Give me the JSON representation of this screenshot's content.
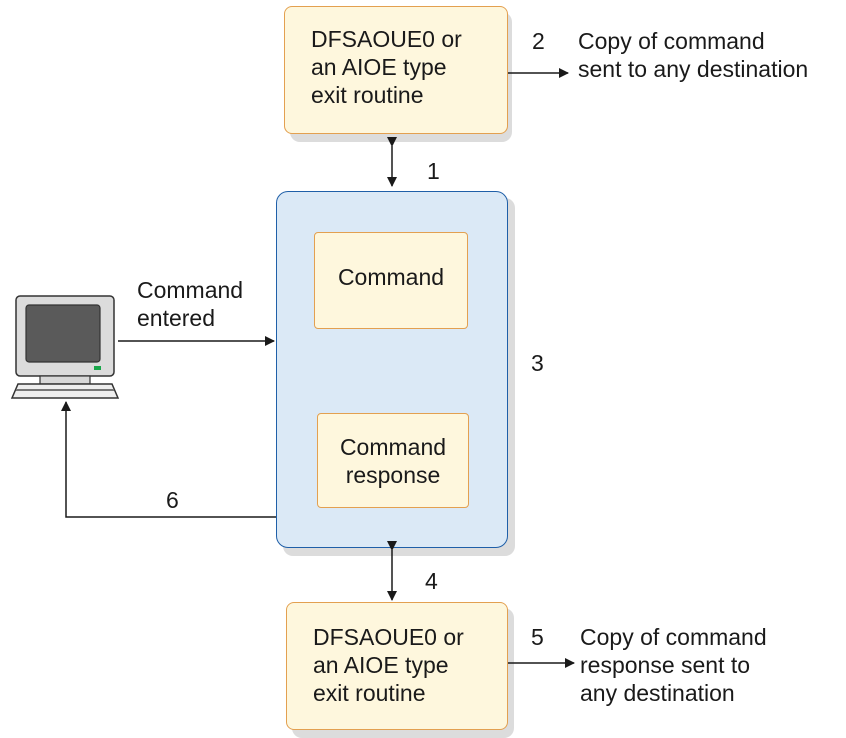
{
  "top_exit": {
    "line1": "DFSAOUE0 or",
    "line2": "an AIOE type",
    "line3": "exit routine"
  },
  "bottom_exit": {
    "line1": "DFSAOUE0 or",
    "line2": "an AIOE type",
    "line3": "exit routine"
  },
  "main": {
    "command": "Command",
    "response_line1": "Command",
    "response_line2": "response"
  },
  "terminal": {
    "label_line1": "Command",
    "label_line2": "entered",
    "icon": "computer-terminal-icon"
  },
  "steps": {
    "s1": "1",
    "s2": "2",
    "s3": "3",
    "s4": "4",
    "s5": "5",
    "s6": "6"
  },
  "annotations": {
    "top_line1": "Copy of command",
    "top_line2": "sent to any destination",
    "bottom_line1": "Copy of command",
    "bottom_line2": "response sent to",
    "bottom_line3": "any destination"
  },
  "colors": {
    "exit_fill": "#fef7dd",
    "exit_border": "#e3a050",
    "main_fill": "#dbe9f6",
    "main_border": "#1f5fa8",
    "arrow": "#1a1a1a"
  }
}
